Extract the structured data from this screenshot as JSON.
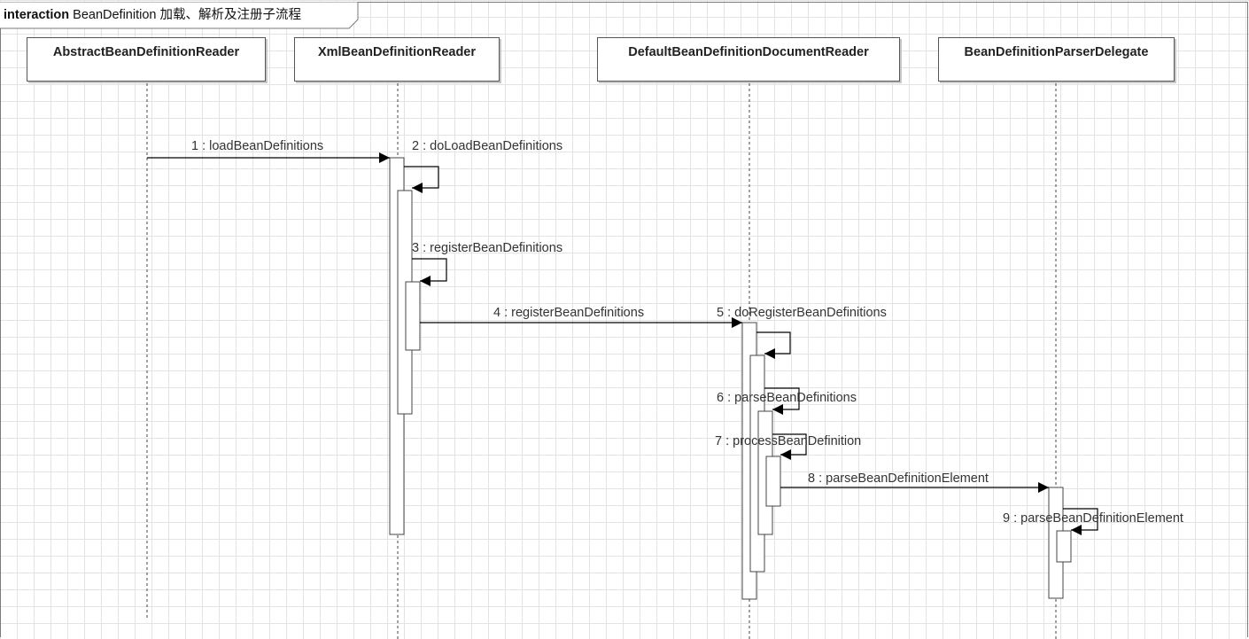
{
  "frame": {
    "keyword": "interaction",
    "title": "BeanDefinition 加载、解析及注册子流程"
  },
  "lifelines": [
    {
      "id": "abstract",
      "name": "AbstractBeanDefinitionReader"
    },
    {
      "id": "xml",
      "name": "XmlBeanDefinitionReader"
    },
    {
      "id": "docreader",
      "name": "DefaultBeanDefinitionDocumentReader"
    },
    {
      "id": "delegate",
      "name": "BeanDefinitionParserDelegate"
    }
  ],
  "messages": [
    {
      "seq": 1,
      "label": "1 : loadBeanDefinitions",
      "from": "abstract",
      "to": "xml"
    },
    {
      "seq": 2,
      "label": "2 : doLoadBeanDefinitions",
      "from": "xml",
      "to": "xml"
    },
    {
      "seq": 3,
      "label": "3 : registerBeanDefinitions",
      "from": "xml",
      "to": "xml"
    },
    {
      "seq": 4,
      "label": "4 : registerBeanDefinitions",
      "from": "xml",
      "to": "docreader"
    },
    {
      "seq": 5,
      "label": "5 : doRegisterBeanDefinitions",
      "from": "docreader",
      "to": "docreader"
    },
    {
      "seq": 6,
      "label": "6 : parseBeanDefinitions",
      "from": "docreader",
      "to": "docreader"
    },
    {
      "seq": 7,
      "label": "7 : processBeanDefinition",
      "from": "docreader",
      "to": "docreader"
    },
    {
      "seq": 8,
      "label": "8 : parseBeanDefinitionElement",
      "from": "docreader",
      "to": "delegate"
    },
    {
      "seq": 9,
      "label": "9 : parseBeanDefinitionElement",
      "from": "delegate",
      "to": "delegate"
    }
  ]
}
